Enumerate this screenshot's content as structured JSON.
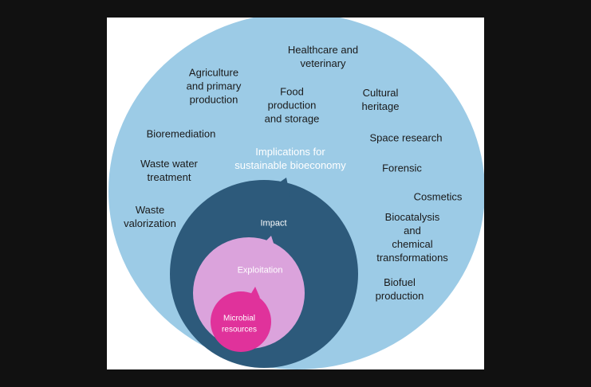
{
  "diagram": {
    "colors": {
      "outer_circle": "#9ccbe6",
      "impact_circle": "#2d5a7b",
      "exploitation_circle": "#dba3dc",
      "microbial_circle": "#e0329b",
      "background": "#111111"
    },
    "center_labels": {
      "implications": "Implications for\nsustainable bioeconomy",
      "impact": "Impact",
      "exploitation": "Exploitation",
      "microbial": "Microbial\nresources"
    },
    "applications": {
      "healthcare": "Healthcare and\nveterinary",
      "agriculture": "Agriculture\nand primary\nproduction",
      "food": "Food\nproduction\nand storage",
      "cultural": "Cultural\nheritage",
      "bioremediation": "Bioremediation",
      "space": "Space research",
      "wastewater": "Waste water\ntreatment",
      "forensic": "Forensic",
      "cosmetics": "Cosmetics",
      "waste_valorization": "Waste\nvalorization",
      "biocatalysis": "Biocatalysis and\nchemical\ntransformations",
      "biofuel": "Biofuel\nproduction"
    }
  }
}
